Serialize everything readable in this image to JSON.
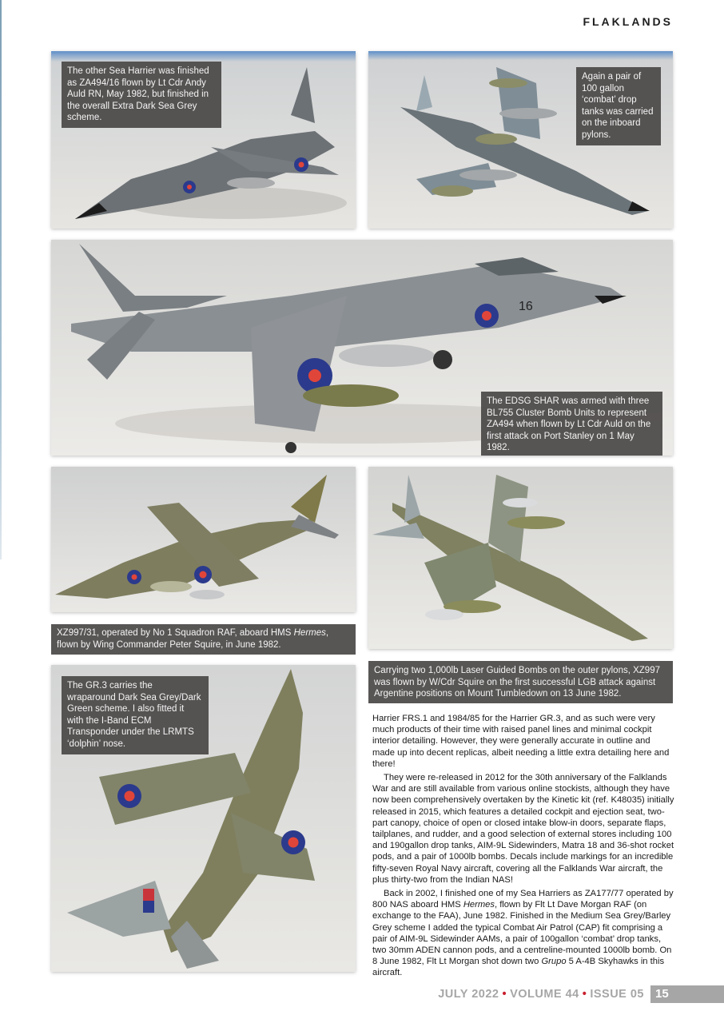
{
  "header": {
    "section_title": "FLAKLANDS"
  },
  "photos": [
    {
      "id": "photo-1",
      "subject": "Sea Harrier ZA494/16, Extra Dark Sea Grey, three-quarter front view",
      "caption": "The other Sea Harrier was finished as ZA494/16 flown by Lt Cdr Andy Auld RN, May 1982, but finished in the overall Extra Dark Sea Grey scheme."
    },
    {
      "id": "photo-2",
      "subject": "Sea Harrier underside view with drop tanks and cluster bombs",
      "caption": "Again a pair of 100 gallon ‘combat’ drop tanks was carried on the inboard pylons."
    },
    {
      "id": "photo-3",
      "subject": "Sea Harrier side view, code 16, BL755 cluster bombs",
      "caption": "The EDSG SHAR was armed with three BL755 Cluster Bomb Units to represent ZA494 when flown by Lt Cdr Auld on the first attack on Port Stanley on 1 May 1982.",
      "nose_code": "16"
    },
    {
      "id": "photo-4",
      "subject": "Harrier GR.3 XZ997/31 three-quarter front view",
      "caption_parts": [
        "XZ997/31, operated by No 1 Squadron RAF, aboard HMS ",
        "Hermes",
        ", flown by Wing Commander Peter Squire, in June 1982."
      ]
    },
    {
      "id": "photo-5",
      "subject": "Harrier GR.3 underside view with Laser Guided Bombs",
      "caption": "Carrying two 1,000lb Laser Guided Bombs on the outer pylons, XZ997 was flown by W/Cdr Squire on the first successful LGB attack against Argentine positions on Mount Tumbledown on 13 June 1982."
    },
    {
      "id": "photo-6",
      "subject": "Harrier GR.3 top rear view in wraparound camouflage",
      "caption": "The GR.3 carries the wraparound Dark Sea Grey/Dark Green scheme. I also fitted it with the I-Band ECM Transponder under the LRMTS ‘dolphin’ nose."
    }
  ],
  "article": {
    "paragraphs": [
      "Harrier FRS.1 and 1984/85 for the Harrier GR.3, and as such were very much products of their time with raised panel lines and minimal cockpit interior detailing. However, they were generally accurate in outline and made up into decent replicas, albeit needing a little extra detailing here and there!",
      "They were re-released in 2012 for the 30th anniversary of the Falklands War and are still available from various online stockists, although they have now been comprehensively overtaken by the Kinetic kit (ref. K48035) initially released in 2015, which features a detailed cockpit and ejection seat, two-part canopy, choice of open or closed intake blow-in doors, separate flaps, tailplanes, and rudder, and a good selection of external stores including 100 and 190gallon drop tanks, AIM-9L Sidewinders, Matra 18 and 36-shot rocket pods, and a pair of 1000lb bombs. Decals include markings for an incredible fifty-seven Royal Navy aircraft, covering all the Falklands War aircraft, the plus thirty-two from the Indian NAS!"
    ],
    "paragraph3_parts": [
      "Back in 2002, I finished one of my Sea Harriers as ZA177/77 operated by 800 NAS aboard HMS ",
      "Hermes",
      ", flown by Flt Lt Dave Morgan RAF (on exchange to the FAA), June 1982. Finished in the Medium Sea Grey/Barley Grey scheme I added the typical Combat Air Patrol (CAP) fit comprising a pair of AIM-9L Sidewinder AAMs, a pair of 100gallon ‘combat’ drop tanks, two 30mm ADEN cannon pods, and a centreline-mounted 1000lb bomb. On 8 June 1982, Flt Lt Morgan shot down two ",
      "Grupo",
      " 5 A-4B Skyhawks in this aircraft."
    ]
  },
  "footer": {
    "month_year": "JULY 2022",
    "volume": "VOLUME 44",
    "issue": "ISSUE 05",
    "separator": "•",
    "page_number": "15"
  },
  "colors": {
    "caption_bg": "#4a4846",
    "folio_grey": "#a6a6a6",
    "folio_dot": "#c8202e",
    "roundel_blue": "#2b3a8c",
    "roundel_red": "#e0453a",
    "edsg_grey": "#6f7478",
    "dark_green": "#6e6d48"
  }
}
